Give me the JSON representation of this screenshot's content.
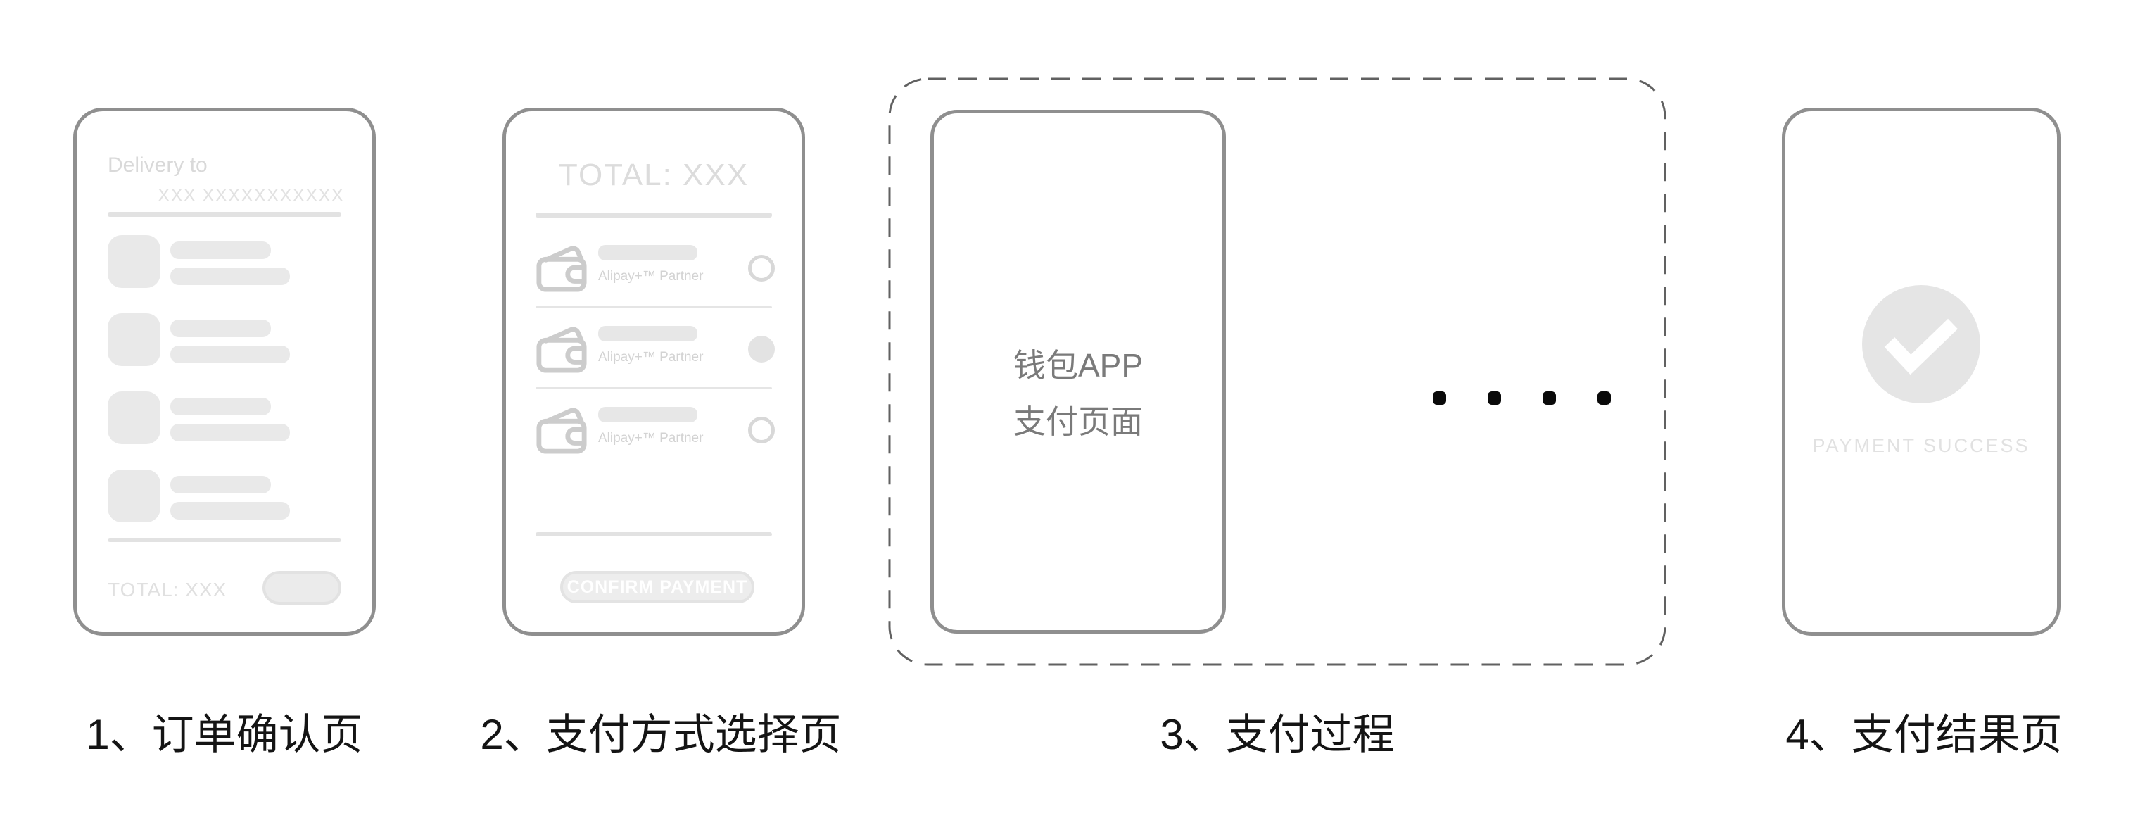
{
  "diagram": {
    "steps": [
      {
        "label": "1、订单确认页"
      },
      {
        "label": "2、支付方式选择页"
      },
      {
        "label": "3、支付过程"
      },
      {
        "label": "4、支付结果页"
      }
    ]
  },
  "order_page": {
    "delivery_label": "Delivery to",
    "address_placeholder": "XXX XXXXXXXXXXX",
    "total_label": "TOTAL: XXX"
  },
  "payment_method_page": {
    "total_label": "TOTAL: XXX",
    "methods": [
      {
        "partner_label": "Alipay+™ Partner",
        "selected": false
      },
      {
        "partner_label": "Alipay+™ Partner",
        "selected": true
      },
      {
        "partner_label": "Alipay+™ Partner",
        "selected": false
      }
    ],
    "confirm_button_label": "CONFIRM PAYMENT"
  },
  "payment_process": {
    "wallet_app_line1": "钱包APP",
    "wallet_app_line2": "支付页面",
    "dots_count": 4
  },
  "payment_result_page": {
    "result_label": "PAYMENT SUCCESS"
  },
  "colors": {
    "phone_border": "#8f8f8f",
    "placeholder_fill": "#e9e9e9",
    "light_text": "#dcdcdc",
    "dashed_border": "#616161",
    "dot": "#0a0a0a",
    "caption_text": "#141414"
  }
}
